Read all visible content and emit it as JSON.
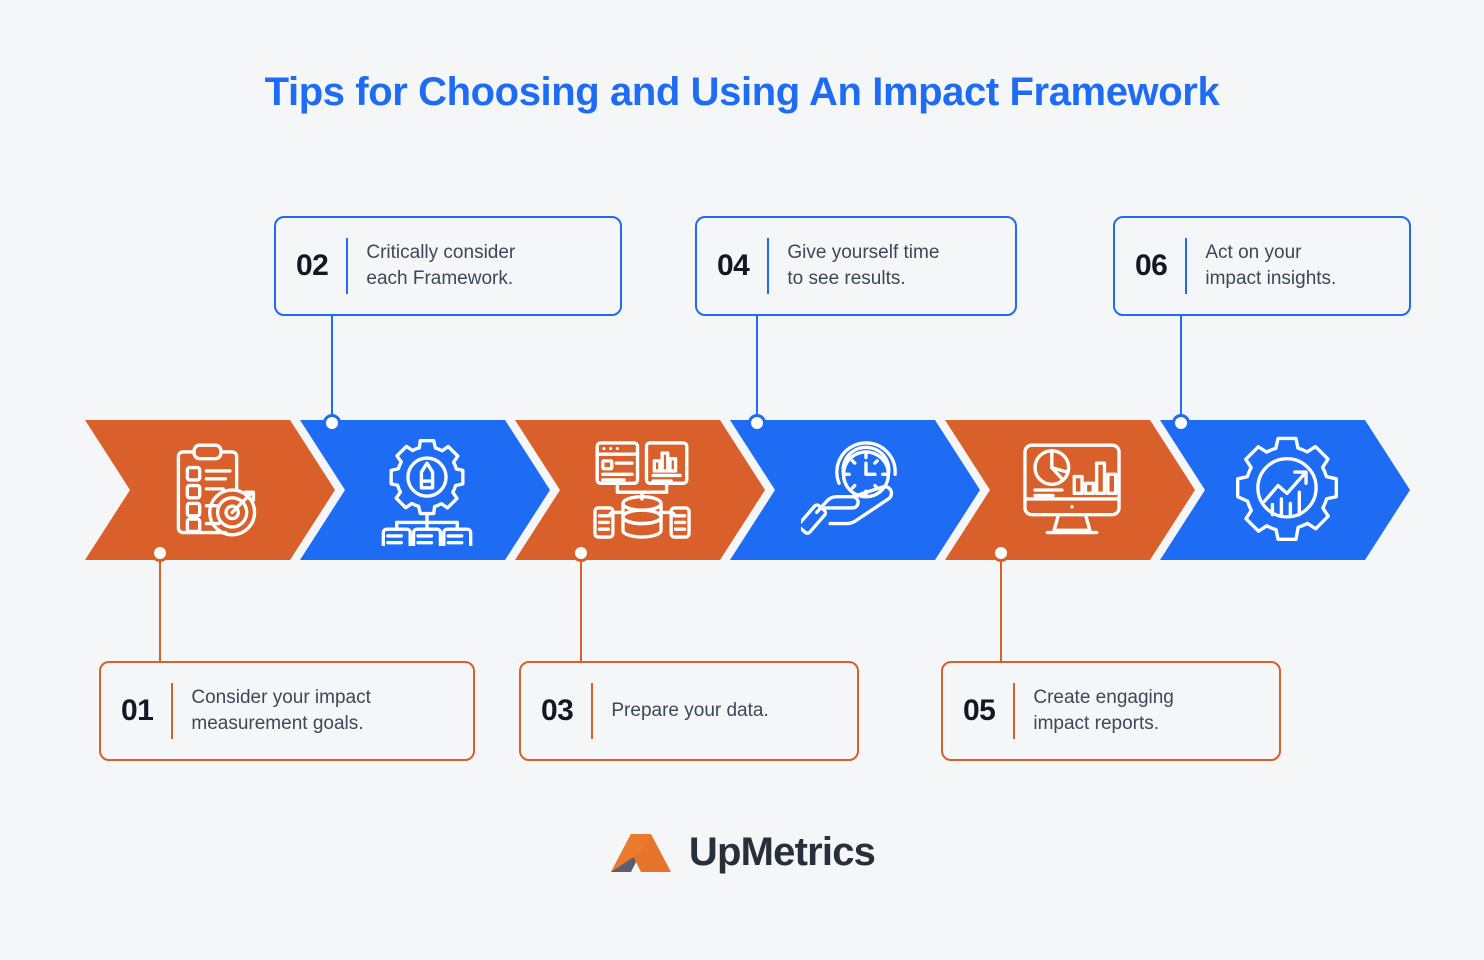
{
  "title": "Tips for Choosing and Using An Impact Framework",
  "colors": {
    "background": "#f5f6f8",
    "blue": "#1d6cf3",
    "orange": "#d9602a",
    "title_blue": "#1d6cf3",
    "number_dark": "#111a24",
    "body_text": "#3c4758",
    "logo_text": "#272f3b",
    "logo_orange": "#e8742c",
    "logo_shadow": "#5b5d72"
  },
  "steps": [
    {
      "number": "01",
      "text": "Consider your impact\nmeasurement goals.",
      "accent": "orange",
      "position": "bottom",
      "icon": "clipboard-target-icon"
    },
    {
      "number": "02",
      "text": "Critically consider\neach Framework.",
      "accent": "blue",
      "position": "top",
      "icon": "gear-pencil-documents-icon"
    },
    {
      "number": "03",
      "text": "Prepare your data.",
      "accent": "orange",
      "position": "bottom",
      "icon": "database-dashboard-icon"
    },
    {
      "number": "04",
      "text": "Give yourself time\nto see results.",
      "accent": "blue",
      "position": "top",
      "icon": "hand-clock-icon"
    },
    {
      "number": "05",
      "text": "Create engaging\nimpact reports.",
      "accent": "orange",
      "position": "bottom",
      "icon": "monitor-charts-icon"
    },
    {
      "number": "06",
      "text": "Act on your\nimpact insights.",
      "accent": "blue",
      "position": "top",
      "icon": "gear-growth-arrow-icon"
    }
  ],
  "footer": {
    "logo_text": "UpMetrics",
    "logo_mark": "upmetrics-chevron-mark"
  }
}
